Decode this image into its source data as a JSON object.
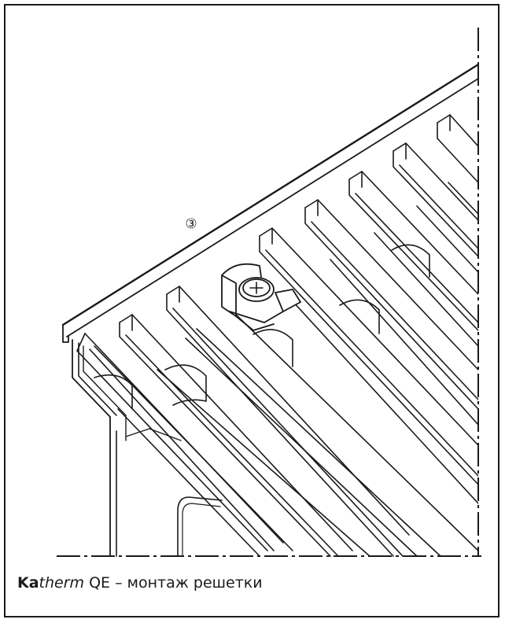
{
  "diagram": {
    "callout_label": "③"
  },
  "caption": {
    "brand_bold": "Ka",
    "brand_italic": "therm",
    "model": " QE",
    "description": " – монтаж решетки"
  }
}
